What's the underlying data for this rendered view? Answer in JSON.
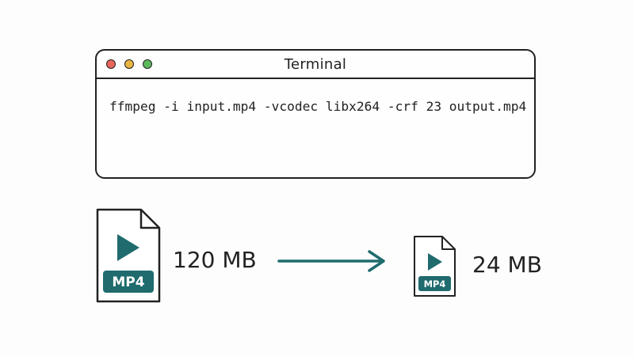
{
  "terminal": {
    "title": "Terminal",
    "command": "ffmpeg -i input.mp4 -vcodec libx264 -crf 23 output.mp4",
    "dots": [
      "#e8645a",
      "#e9b442",
      "#5cb85c"
    ]
  },
  "input_file": {
    "badge": "MP4",
    "size": "120 MB"
  },
  "output_file": {
    "badge": "MP4",
    "size": "24 MB"
  },
  "colors": {
    "accent": "#1f6b6e",
    "ink": "#222222"
  },
  "icons": [
    "video-file-icon",
    "arrow-right-icon"
  ]
}
